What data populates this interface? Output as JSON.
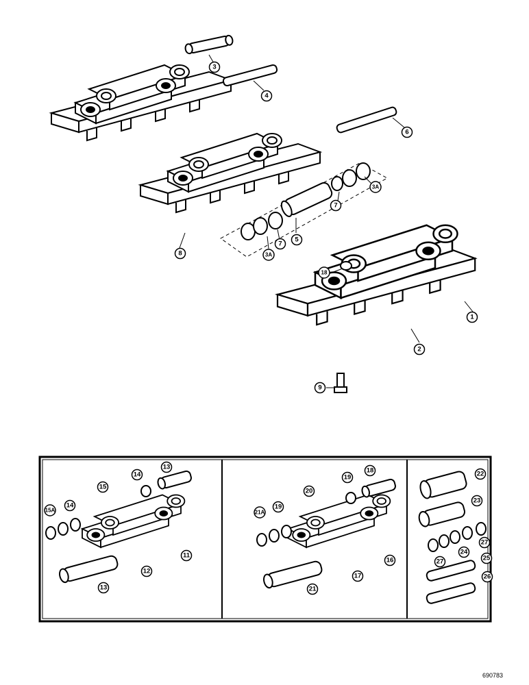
{
  "diagram": {
    "callouts": {
      "c3": "3",
      "c4": "4",
      "c6": "6",
      "c8": "8",
      "c3a_upper": "3A",
      "c7_upper": "7",
      "c3a_lower": "3A",
      "c7_lower": "7",
      "c5": "5",
      "c18": "18",
      "c1": "1",
      "c2": "2",
      "c9": "9"
    },
    "inset_left": {
      "c13_top": "13",
      "c14_top": "14",
      "c15": "15",
      "c15a": "15A",
      "c14_left": "14",
      "c11": "11",
      "c12": "12",
      "c13_bottom": "13"
    },
    "inset_middle": {
      "c18": "18",
      "c19_top": "19",
      "c20": "20",
      "c21a": "21A",
      "c19_left": "19",
      "c16": "16",
      "c17": "17",
      "c21": "21"
    },
    "inset_right": {
      "c22": "22",
      "c23": "23",
      "c27_right": "27",
      "c27_left": "27",
      "c24": "24",
      "c25": "25",
      "c26": "26"
    }
  },
  "document_code": "690783"
}
